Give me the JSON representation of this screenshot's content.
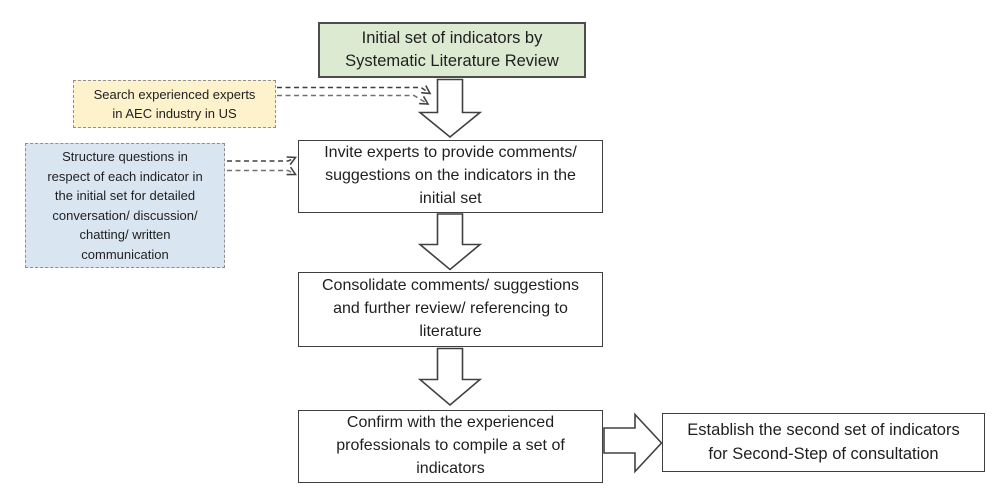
{
  "diagram_type": "flowchart",
  "flow": {
    "start": {
      "label": "Initial set of indicators by\nSystematic Literature Review"
    },
    "invite": {
      "label": "Invite experts to provide comments/\nsuggestions on the indicators in the\ninitial set"
    },
    "consolidate": {
      "label": "Consolidate comments/ suggestions\nand further review/ referencing to\nliterature"
    },
    "confirm": {
      "label": "Confirm with the experienced\nprofessionals to compile a set of\nindicators"
    },
    "establish": {
      "label": "Establish the second set of indicators\nfor Second-Step of consultation"
    }
  },
  "annotations": {
    "search_experts": {
      "label": "Search experienced experts\nin AEC industry in US"
    },
    "structure_questions": {
      "label": "Structure questions in\nrespect of each indicator in\nthe initial set for detailed\nconversation/ discussion/\nchatting/ written\ncommunication"
    }
  },
  "colors": {
    "start_box_fill": "#dcead2",
    "search_box_fill": "#fdf2cc",
    "structure_box_fill": "#d9e6f2",
    "flow_box_fill": "#ffffff",
    "box_border": "#3f3f3f",
    "dashed_border": "#8f8f8f",
    "arrow_outline": "#404040",
    "text": "#1f1f1f",
    "background": "#ffffff"
  }
}
